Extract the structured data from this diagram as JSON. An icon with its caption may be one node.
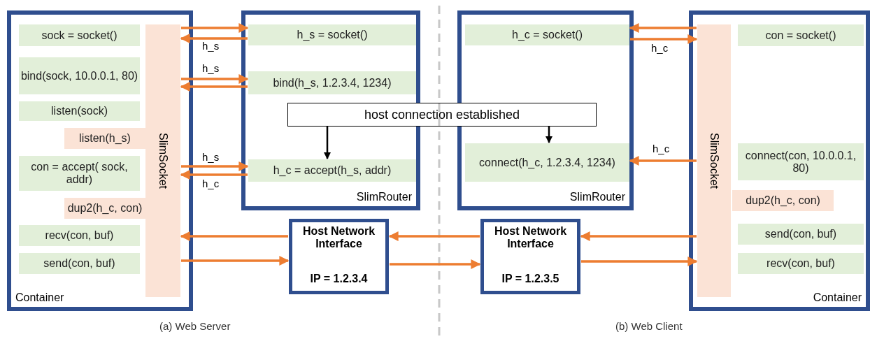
{
  "diagram": {
    "nodes": [
      {
        "text": [
          "Container"
        ]
      },
      {
        "text": [
          "sock = socket()"
        ],
        "in": 0
      },
      {
        "text": [
          "bind(sock, 10.0.0.1, 80)"
        ],
        "in": 0
      },
      {
        "text": [
          "listen(sock)"
        ],
        "in": 0
      },
      {
        "text": [
          "SlimSocket"
        ],
        "in": 0
      },
      {
        "text": [
          "listen(h_s)"
        ],
        "in": 0
      },
      {
        "text": [
          "con = accept( sock, addr)"
        ],
        "in": 0
      },
      {
        "text": [
          "dup2(h_c, con)"
        ],
        "in": 0
      },
      {
        "text": [
          "recv(con, buf)"
        ],
        "in": 0
      },
      {
        "text": [
          "send(con, buf)"
        ],
        "in": 0
      },
      {
        "text": [
          "SlimRouter"
        ]
      },
      {
        "text": [
          "h_s = socket()"
        ],
        "in": 10
      },
      {
        "text": [
          "bind(h_s, 1.2.3.4, 1234)"
        ],
        "in": 10
      },
      {
        "text": [
          "h_c = accept(h_s, addr)"
        ],
        "in": 10
      },
      {
        "text": [
          "host connection established"
        ]
      },
      {
        "text": [
          "SlimRouter"
        ]
      },
      {
        "text": [
          "h_c = socket()"
        ],
        "in": 15
      },
      {
        "text": [
          "connect(h_c, 1.2.3.4, 1234)"
        ],
        "in": 15
      },
      {
        "text": [
          "Host Network Interface",
          "IP = 1.2.3.4"
        ]
      },
      {
        "text": [
          "Host Network Interface",
          "IP = 1.2.3.5"
        ]
      },
      {
        "text": [
          "Container"
        ]
      },
      {
        "text": [
          "SlimSocket"
        ],
        "in": 20
      },
      {
        "text": [
          "con = socket()"
        ],
        "in": 20
      },
      {
        "text": [
          "connect(con, 10.0.0.1, 80)"
        ],
        "in": 20
      },
      {
        "text": [
          "dup2(h_c, con)"
        ],
        "in": 20
      },
      {
        "text": [
          "send(con, buf)"
        ],
        "in": 20
      },
      {
        "text": [
          "recv(con, buf)"
        ],
        "in": 20
      }
    ],
    "edges": [
      {
        "from": 4,
        "to": 11,
        "arrow": "to"
      },
      {
        "from": 11,
        "to": 4,
        "arrow": "to",
        "label": "h_s"
      },
      {
        "from": 4,
        "to": 12,
        "arrow": "to",
        "label": "h_s"
      },
      {
        "from": 12,
        "to": 4,
        "arrow": "to"
      },
      {
        "from": 4,
        "to": 13,
        "arrow": "to",
        "label": "h_s"
      },
      {
        "from": 13,
        "to": 4,
        "arrow": "to",
        "label": "h_c"
      },
      {
        "from": 14,
        "to": 13,
        "arrow": "to",
        "color": "#000000"
      },
      {
        "from": 14,
        "to": 17,
        "arrow": "to",
        "color": "#000000"
      },
      {
        "from": 21,
        "to": 16,
        "arrow": "to"
      },
      {
        "from": 16,
        "to": 21,
        "arrow": "to",
        "label": "h_c"
      },
      {
        "from": 21,
        "to": 17,
        "arrow": "to",
        "label": "h_c"
      },
      {
        "from": 18,
        "to": 4,
        "arrow": "to"
      },
      {
        "from": 4,
        "to": 18,
        "arrow": "to"
      },
      {
        "from": 19,
        "to": 18,
        "arrow": "to"
      },
      {
        "from": 18,
        "to": 19,
        "arrow": "to"
      },
      {
        "from": 21,
        "to": 19,
        "arrow": "to"
      },
      {
        "from": 19,
        "to": 21,
        "arrow": "to"
      }
    ],
    "labels": [
      "(a) Web Server",
      "(b) Web Client"
    ]
  }
}
